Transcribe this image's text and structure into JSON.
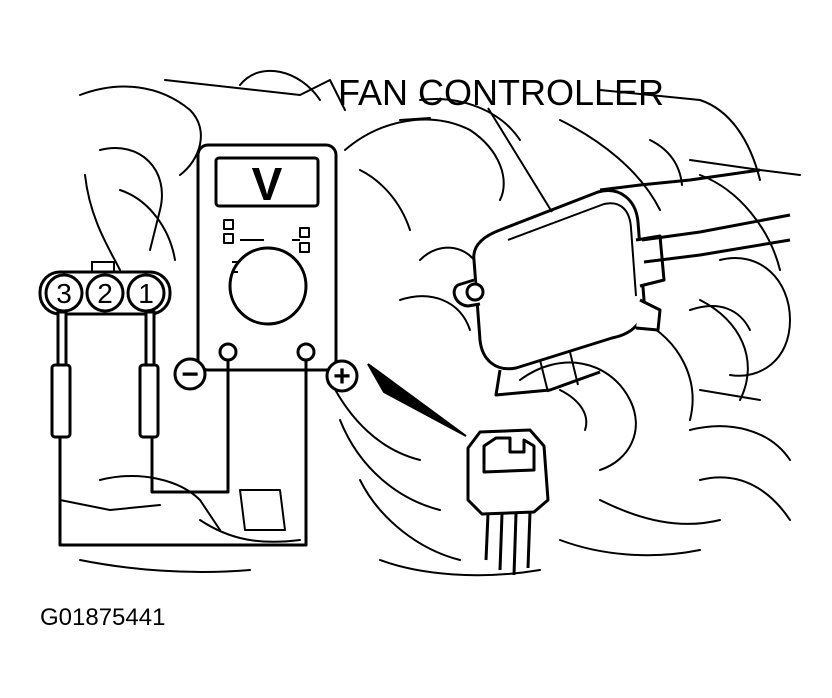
{
  "diagram": {
    "callout_label": "FAN CONTROLLER",
    "figure_code": "G01875441",
    "meter": {
      "display_unit": "V",
      "negative_terminal_symbol": "−",
      "positive_terminal_symbol": "+"
    },
    "connector_pins": [
      "3",
      "2",
      "1"
    ],
    "line_color": "#000000",
    "background_color": "#ffffff"
  }
}
